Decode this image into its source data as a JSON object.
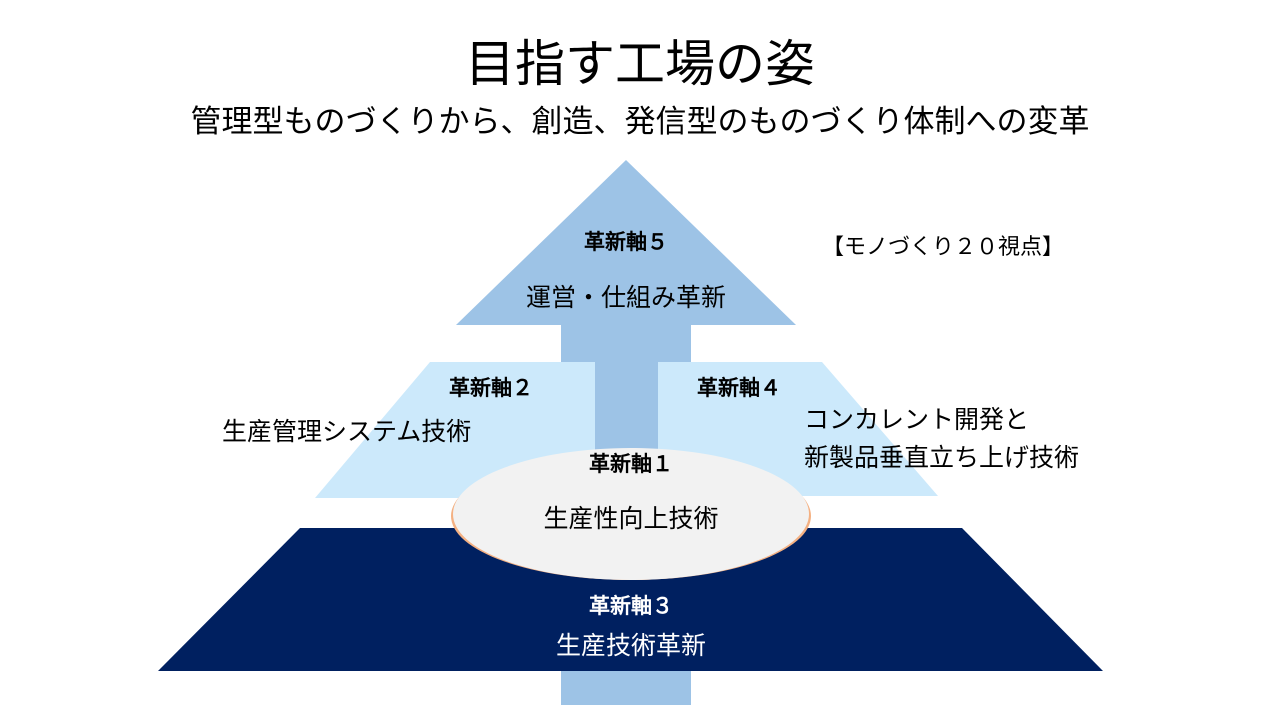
{
  "title": "目指す工場の姿",
  "subtitle": "管理型ものづくりから、創造、発信型のものづくり体制への変革",
  "viewpoint_note": "【モノづくり２０視点】",
  "axes": {
    "axis1": {
      "label": "革新軸１",
      "description": "生産性向上技術"
    },
    "axis2": {
      "label": "革新軸２",
      "description": "生産管理システム技術"
    },
    "axis3": {
      "label": "革新軸３",
      "description": "生産技術革新"
    },
    "axis4": {
      "label": "革新軸４",
      "description_line1": "コンカレント開発と",
      "description_line2": "新製品垂直立ち上げ技術"
    },
    "axis5": {
      "label": "革新軸５",
      "description": "運営・仕組み革新"
    }
  },
  "colors": {
    "arrow": "#9dc3e6",
    "middle_tier": "#cce9fb",
    "base_tier": "#002060",
    "ellipse_fill": "#f2f2f2",
    "ellipse_edge": "#f4b183",
    "text_dark": "#000000",
    "text_light": "#ffffff"
  }
}
